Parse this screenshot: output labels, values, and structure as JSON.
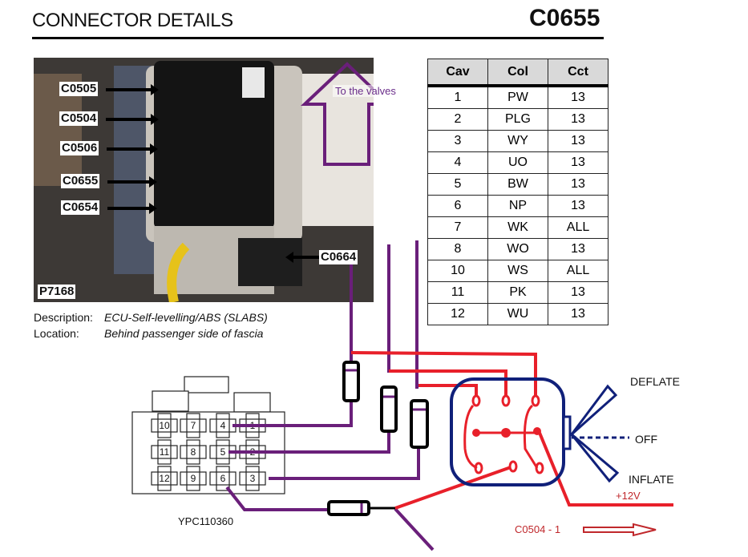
{
  "header": {
    "title": "CONNECTOR DETAILS",
    "connector_code": "C0655"
  },
  "photo": {
    "figure_id": "P7168",
    "callouts": [
      "C0505",
      "C0504",
      "C0506",
      "C0655",
      "C0654",
      "C0664"
    ],
    "overlay_label": "To the valves"
  },
  "description": {
    "description_label": "Description:",
    "description_value": "ECU-Self-levelling/ABS (SLABS)",
    "location_label": "Location:",
    "location_value": "Behind passenger side of fascia"
  },
  "pin_table": {
    "headers": [
      "Cav",
      "Col",
      "Cct"
    ],
    "rows": [
      [
        "1",
        "PW",
        "13"
      ],
      [
        "2",
        "PLG",
        "13"
      ],
      [
        "3",
        "WY",
        "13"
      ],
      [
        "4",
        "UO",
        "13"
      ],
      [
        "5",
        "BW",
        "13"
      ],
      [
        "6",
        "NP",
        "13"
      ],
      [
        "7",
        "WK",
        "ALL"
      ],
      [
        "8",
        "WO",
        "13"
      ],
      [
        "10",
        "WS",
        "ALL"
      ],
      [
        "11",
        "PK",
        "13"
      ],
      [
        "12",
        "WU",
        "13"
      ]
    ]
  },
  "connector_face": {
    "part_number": "YPC110360",
    "cavities": [
      "10",
      "7",
      "4",
      "1",
      "11",
      "8",
      "5",
      "2",
      "12",
      "9",
      "6",
      "3"
    ]
  },
  "switch": {
    "positions": [
      "DEFLATE",
      "OFF",
      "INFLATE"
    ],
    "supply_label": "+12V",
    "feed_label": "C0504 - 1"
  },
  "colors": {
    "wire_purple": "#6a1f7a",
    "wire_red": "#e8202a",
    "switch_outline": "#10207a",
    "label_red": "#c0282c"
  }
}
